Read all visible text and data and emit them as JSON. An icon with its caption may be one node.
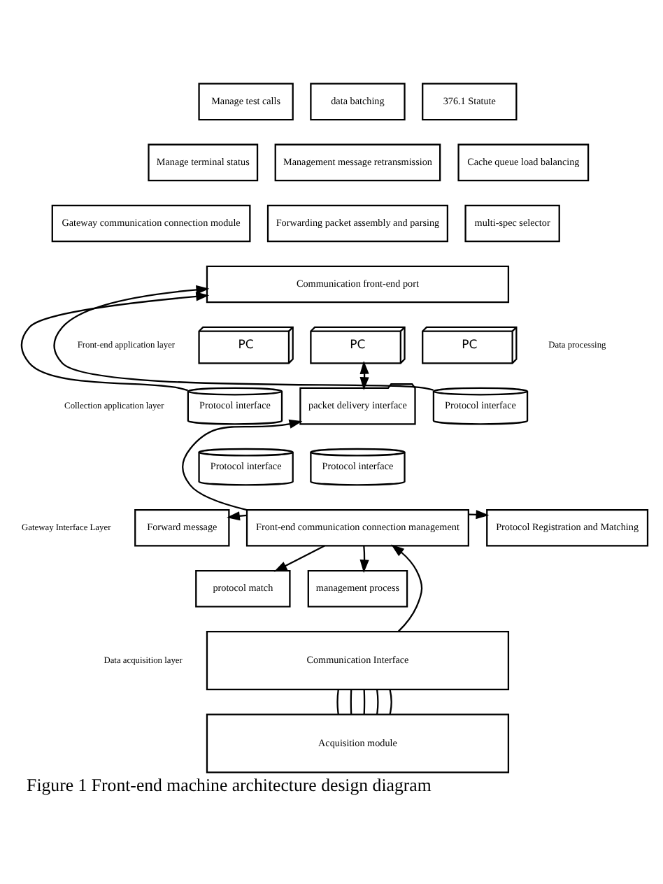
{
  "diagram": {
    "caption": "Figure 1 Front-end machine architecture design diagram",
    "nodes": [
      {
        "text": [
          "Manage test calls"
        ]
      },
      {
        "text": [
          "data batching"
        ]
      },
      {
        "text": [
          "376.1 Statute"
        ]
      },
      {
        "text": [
          "Manage terminal status"
        ]
      },
      {
        "text": [
          "Management message retransmission"
        ]
      },
      {
        "text": [
          "Cache queue load balancing"
        ]
      },
      {
        "text": [
          "Gateway communication connection module"
        ]
      },
      {
        "text": [
          "Forwarding packet assembly and parsing"
        ]
      },
      {
        "text": [
          "multi-spec selector"
        ]
      },
      {
        "text": [
          "Communication front-end port"
        ]
      },
      {
        "text": [
          "PC"
        ]
      },
      {
        "text": [
          "PC"
        ]
      },
      {
        "text": [
          "PC"
        ]
      },
      {
        "text": [
          "Protocol interface"
        ]
      },
      {
        "text": [
          "Protocol interface"
        ]
      },
      {
        "text": [
          "packet delivery interface"
        ]
      },
      {
        "text": [
          "Protocol interface"
        ]
      },
      {
        "text": [
          "Protocol interface"
        ]
      },
      {
        "text": [
          "Forward message"
        ]
      },
      {
        "text": [
          "protocol match"
        ]
      },
      {
        "text": [
          "Front-end communication connection management"
        ]
      },
      {
        "text": [
          "Protocol Registration and Matching"
        ]
      },
      {
        "text": [
          "management process"
        ]
      },
      {
        "text": [
          "Communication Interface"
        ]
      },
      {
        "text": [
          "Acquisition module"
        ]
      }
    ],
    "edges": [
      {
        "from": 13,
        "to": 9,
        "arrow": "to"
      },
      {
        "from": 16,
        "to": 9,
        "arrow": "to"
      },
      {
        "from": 11,
        "to": 15,
        "arrow": "both"
      },
      {
        "from": 20,
        "to": 15,
        "arrow": "to"
      },
      {
        "from": 20,
        "to": 18,
        "arrow": "to"
      },
      {
        "from": 20,
        "to": 19,
        "arrow": "to"
      },
      {
        "from": 20,
        "to": 21,
        "arrow": "to"
      },
      {
        "from": 20,
        "to": 22,
        "arrow": "to"
      },
      {
        "from": 23,
        "to": 20,
        "arrow": "to"
      },
      {
        "from": 23,
        "to": 24,
        "arrow": "none"
      },
      {
        "from": 23,
        "to": 24,
        "arrow": "none"
      },
      {
        "from": 23,
        "to": 24,
        "arrow": "none"
      },
      {
        "from": 23,
        "to": 24,
        "arrow": "none"
      },
      {
        "from": 23,
        "to": 24,
        "arrow": "none"
      }
    ],
    "labels": [
      "Front-end application layer",
      "Data processing",
      "Collection application layer",
      "Gateway Interface Layer",
      "Data acquisition layer"
    ]
  }
}
